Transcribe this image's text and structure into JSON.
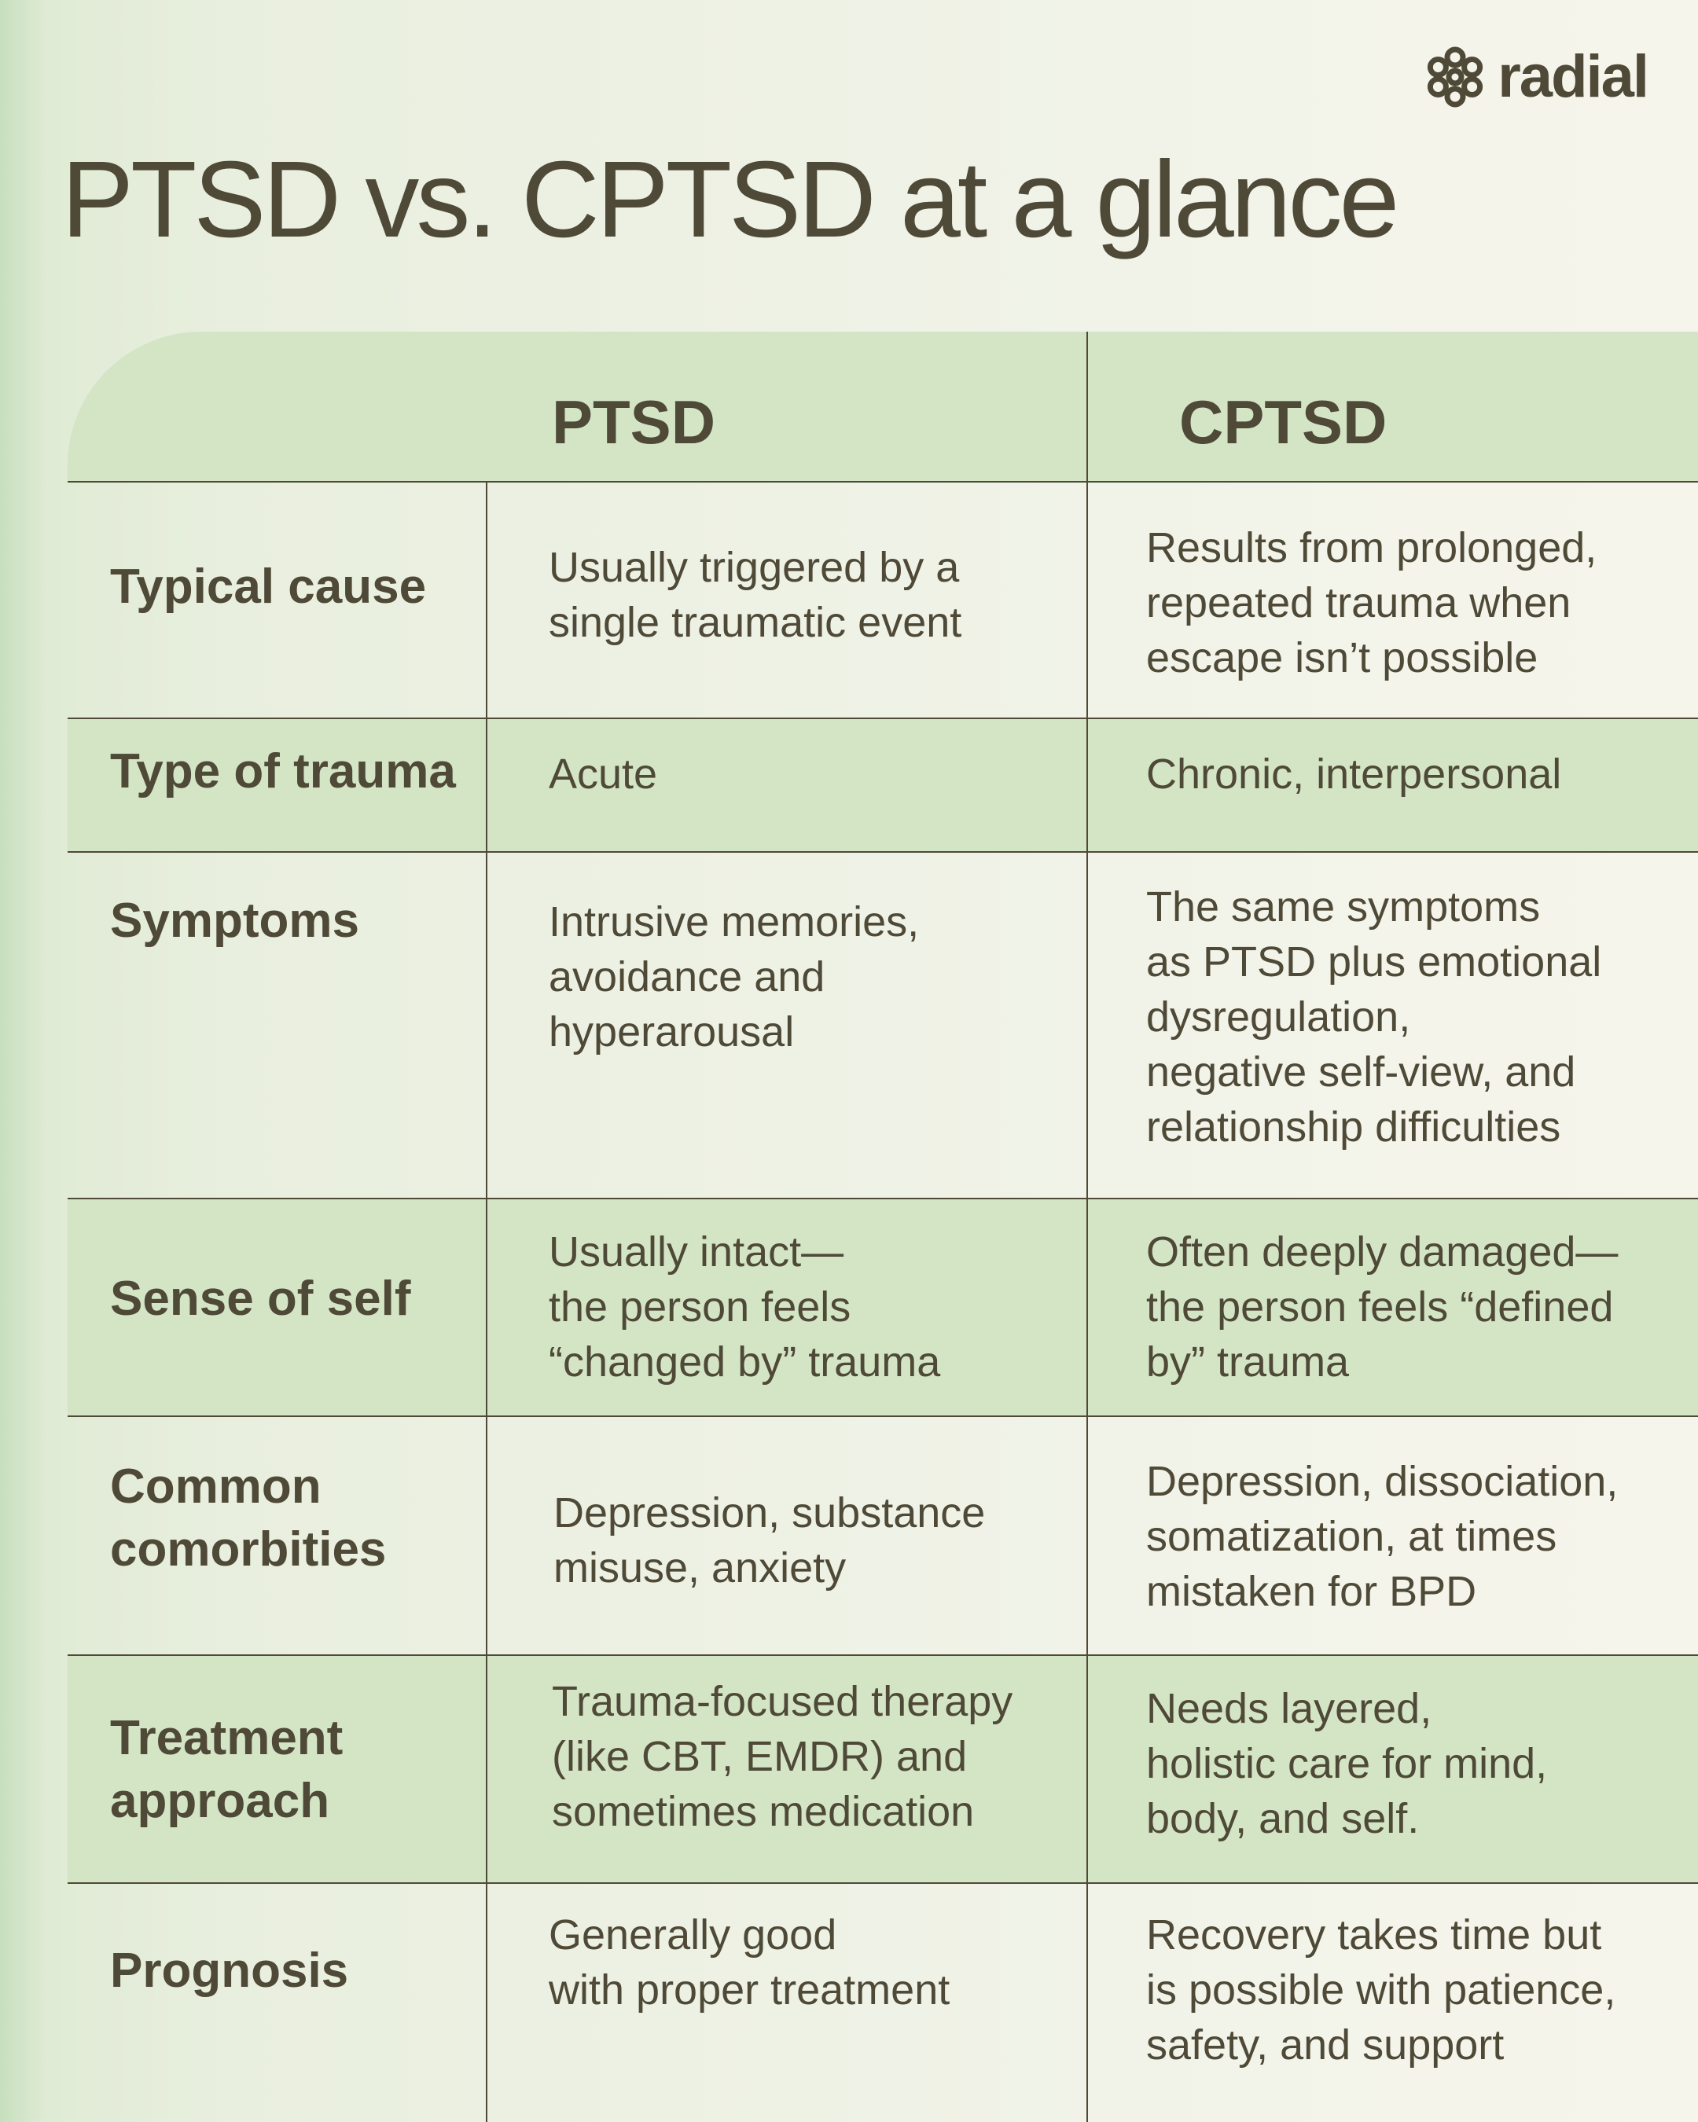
{
  "brand": {
    "name": "radial",
    "icon": "flower-icon"
  },
  "title": "PTSD vs. CPTSD at a glance",
  "columns": [
    "PTSD",
    "CPTSD"
  ],
  "rows": [
    {
      "label": [
        "Typical cause"
      ],
      "ptsd": [
        "Usually triggered by a",
        "single traumatic event"
      ],
      "cptsd": [
        "Results from prolonged,",
        "repeated trauma when",
        "escape isn’t possible"
      ]
    },
    {
      "label": [
        "Type of trauma"
      ],
      "ptsd": [
        "Acute"
      ],
      "cptsd": [
        "Chronic, interpersonal"
      ]
    },
    {
      "label": [
        "Symptoms"
      ],
      "ptsd": [
        "Intrusive memories,",
        "avoidance and",
        "hyperarousal"
      ],
      "cptsd": [
        "The same symptoms",
        "as PTSD plus emotional",
        "dysregulation,",
        "negative self-view, and",
        "relationship difficulties"
      ]
    },
    {
      "label": [
        "Sense of self"
      ],
      "ptsd": [
        "Usually intact—",
        "the person feels",
        "“changed by” trauma"
      ],
      "cptsd": [
        "Often deeply damaged—",
        "the person feels “defined",
        "by” trauma"
      ]
    },
    {
      "label": [
        "Common",
        "comorbities"
      ],
      "ptsd": [
        "Depression, substance",
        "misuse, anxiety"
      ],
      "cptsd": [
        "Depression, dissociation,",
        "somatization, at times",
        "mistaken for BPD"
      ]
    },
    {
      "label": [
        "Treatment",
        "approach"
      ],
      "ptsd": [
        "Trauma-focused therapy",
        "(like CBT, EMDR) and",
        "sometimes medication"
      ],
      "cptsd": [
        "Needs layered,",
        "holistic care for mind,",
        "body, and self."
      ]
    },
    {
      "label": [
        "Prognosis"
      ],
      "ptsd": [
        "Generally good",
        "with proper treatment"
      ],
      "cptsd": [
        "Recovery takes time but",
        "is possible with patience,",
        "safety, and support"
      ]
    }
  ],
  "colors": {
    "text": "#4f4937",
    "shaded_row": "#d4e5c6",
    "background": "#f1f3e8"
  }
}
